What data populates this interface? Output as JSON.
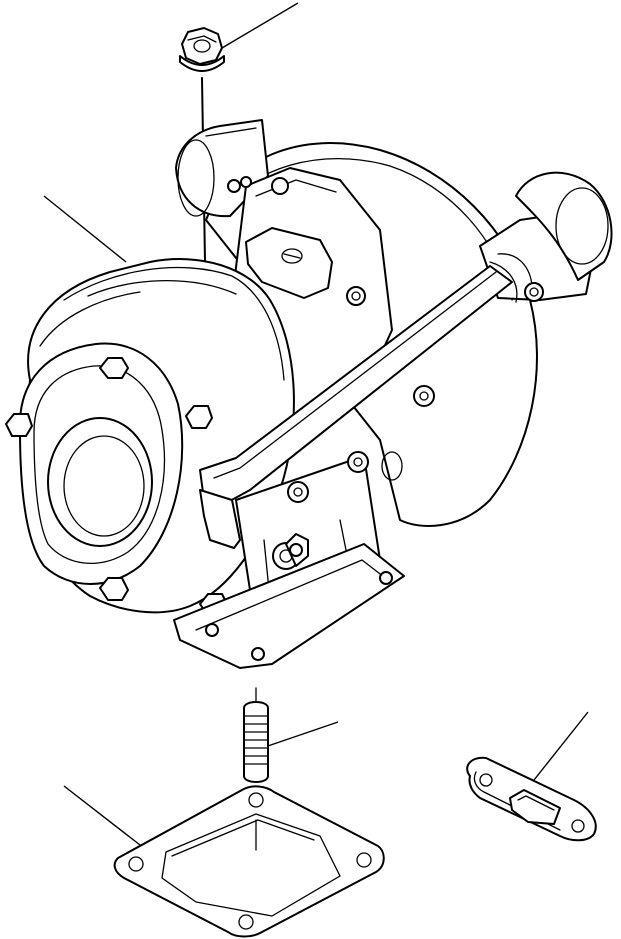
{
  "figure": {
    "kind": "exploded parts diagram",
    "parts": [
      {
        "id": "nut",
        "icon": "flange-nut-icon"
      },
      {
        "id": "turbocharger",
        "icon": "turbocharger-icon"
      },
      {
        "id": "stud",
        "icon": "stud-bolt-icon"
      },
      {
        "id": "flange-gasket",
        "icon": "square-gasket-icon"
      },
      {
        "id": "oval-gasket",
        "icon": "oval-gasket-icon"
      }
    ],
    "colors": {
      "line": "#000000",
      "background": "#ffffff"
    }
  }
}
